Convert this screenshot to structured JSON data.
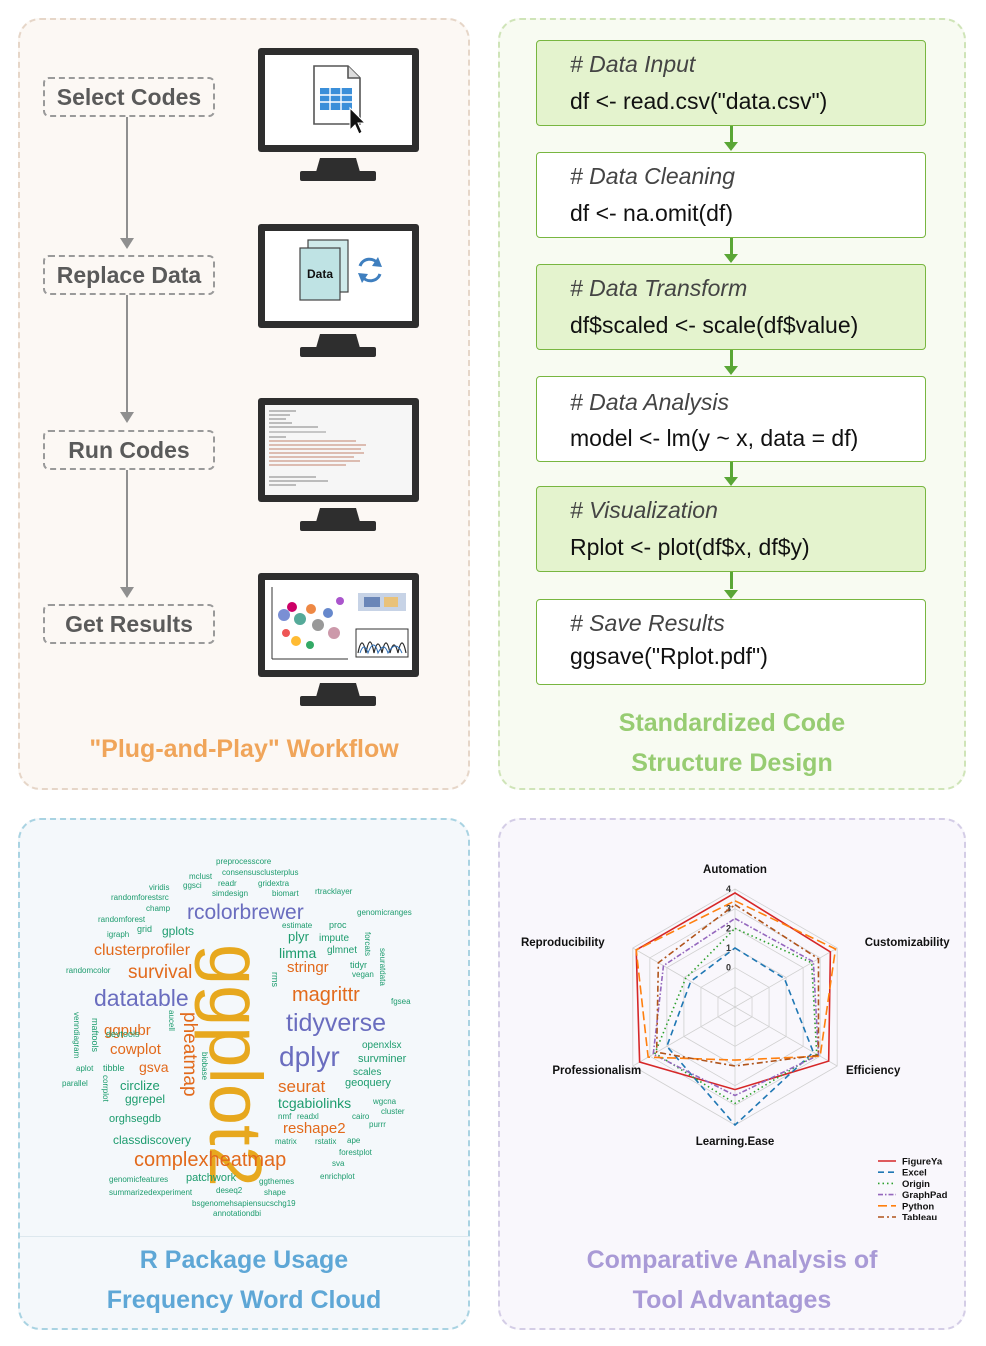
{
  "workflow": {
    "steps": [
      "Select Codes",
      "Replace Data",
      "Run Codes",
      "Get Results"
    ],
    "caption": "\"Plug-and-Play\" Workflow",
    "data_icon_label": "Data"
  },
  "code_structure": {
    "blocks": [
      {
        "comment": "# Data Input",
        "code": "df <- read.csv(\"data.csv\")"
      },
      {
        "comment": "# Data Cleaning",
        "code": "df <- na.omit(df)"
      },
      {
        "comment": "# Data Transform",
        "code": "df$scaled <- scale(df$value)"
      },
      {
        "comment": "# Data Analysis",
        "code": "model <- lm(y ~ x, data = df)"
      },
      {
        "comment": "# Visualization",
        "code": "Rplot <- plot(df$x, df$y)"
      },
      {
        "comment": "# Save Results",
        "code": "ggsave(\"Rplot.pdf\")"
      }
    ],
    "caption_line1": "Standardized Code",
    "caption_line2": "Structure Design"
  },
  "word_cloud": {
    "caption_line1": "R Package Usage",
    "caption_line2": "Frequency Word Cloud",
    "words": [
      "ggplot2",
      "rcolorbrewer",
      "datatable",
      "tidyverse",
      "dplyr",
      "magrittr",
      "complexheatmap",
      "pheatmap",
      "clusterprofiler",
      "survival",
      "stringr",
      "seurat",
      "cowplot",
      "ggpubr",
      "gsva",
      "circlize",
      "tcgabiolinks",
      "reshape2",
      "limma",
      "plyr",
      "ggrepel",
      "orghsegdb",
      "classdiscovery",
      "patchwork",
      "survminer",
      "geoquery",
      "scales",
      "openxlsx",
      "gplots",
      "preprocesscore",
      "consensusclusterplus",
      "mclust",
      "ggsci",
      "viridis",
      "randomforestsrc",
      "readr",
      "gridextra",
      "simdesign",
      "biomart",
      "rtracklayer",
      "champ",
      "randomforest",
      "grid",
      "genomicranges",
      "igraph",
      "estimate",
      "proc",
      "impute",
      "glmnet",
      "forcats",
      "seuratdata",
      "tidyr",
      "vegan",
      "rms",
      "randomcolor",
      "fgsea",
      "aucell",
      "venndiagram",
      "maftools",
      "devtools",
      "biobase",
      "aplot",
      "tibble",
      "parallel",
      "corrplot",
      "nmf",
      "readxl",
      "cairo",
      "purrr",
      "wgcna",
      "cluster",
      "matrix",
      "rstatix",
      "ape",
      "forestplot",
      "sva",
      "enrichplot",
      "genomicfeatures",
      "summarizedexperiment",
      "deseq2",
      "ggthemes",
      "shape",
      "bsgenomehsapiensucschg19",
      "annotationdbi"
    ]
  },
  "radar": {
    "caption_line1": "Comparative Analysis of",
    "caption_line2": "Tool Advantages",
    "chart_data": {
      "type": "radar",
      "axes": [
        "Automation",
        "Customizability",
        "Efficiency",
        "Learning.Ease",
        "Professionalism",
        "Reproducibility"
      ],
      "tick_labels": [
        "0",
        "1",
        "2",
        "3",
        "4"
      ],
      "range": [
        -2,
        4
      ],
      "series": [
        {
          "name": "FigureYa",
          "color": "#d62728",
          "values": [
            3.8,
            3.6,
            3.5,
            2.2,
            3.6,
            3.8
          ]
        },
        {
          "name": "Excel",
          "color": "#1f77b4",
          "values": [
            1.0,
            0.9,
            2.6,
            4.0,
            2.0,
            0.6
          ]
        },
        {
          "name": "Origin",
          "color": "#2ca02c",
          "values": [
            2.0,
            2.5,
            2.8,
            2.9,
            2.7,
            0.9
          ]
        },
        {
          "name": "GraphPad",
          "color": "#9467bd",
          "values": [
            2.5,
            2.6,
            2.9,
            2.5,
            2.8,
            2.2
          ]
        },
        {
          "name": "Python",
          "color": "#ff7f0e",
          "values": [
            3.4,
            3.9,
            3.0,
            0.7,
            3.1,
            3.8
          ]
        },
        {
          "name": "Tableau",
          "color": "#b0541b",
          "values": [
            3.2,
            2.9,
            2.9,
            1.0,
            2.6,
            2.5
          ]
        }
      ]
    }
  }
}
